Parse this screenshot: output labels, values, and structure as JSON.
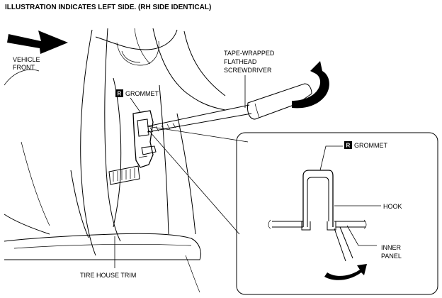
{
  "diagram": {
    "header": "ILLUSTRATION INDICATES LEFT SIDE. (RH SIDE IDENTICAL)",
    "vehicle_front": [
      "VEHICLE",
      "FRONT"
    ],
    "tool": [
      "TAPE-WRAPPED",
      "FLATHEAD",
      "SCREWDRIVER"
    ],
    "badge_letter": "R",
    "grommet_main": "GROMMET",
    "grommet_detail": "GROMMET",
    "hook": "HOOK",
    "inner_panel": [
      "INNER",
      "PANEL"
    ],
    "tire_house_trim": "TIRE HOUSE TRIM"
  }
}
